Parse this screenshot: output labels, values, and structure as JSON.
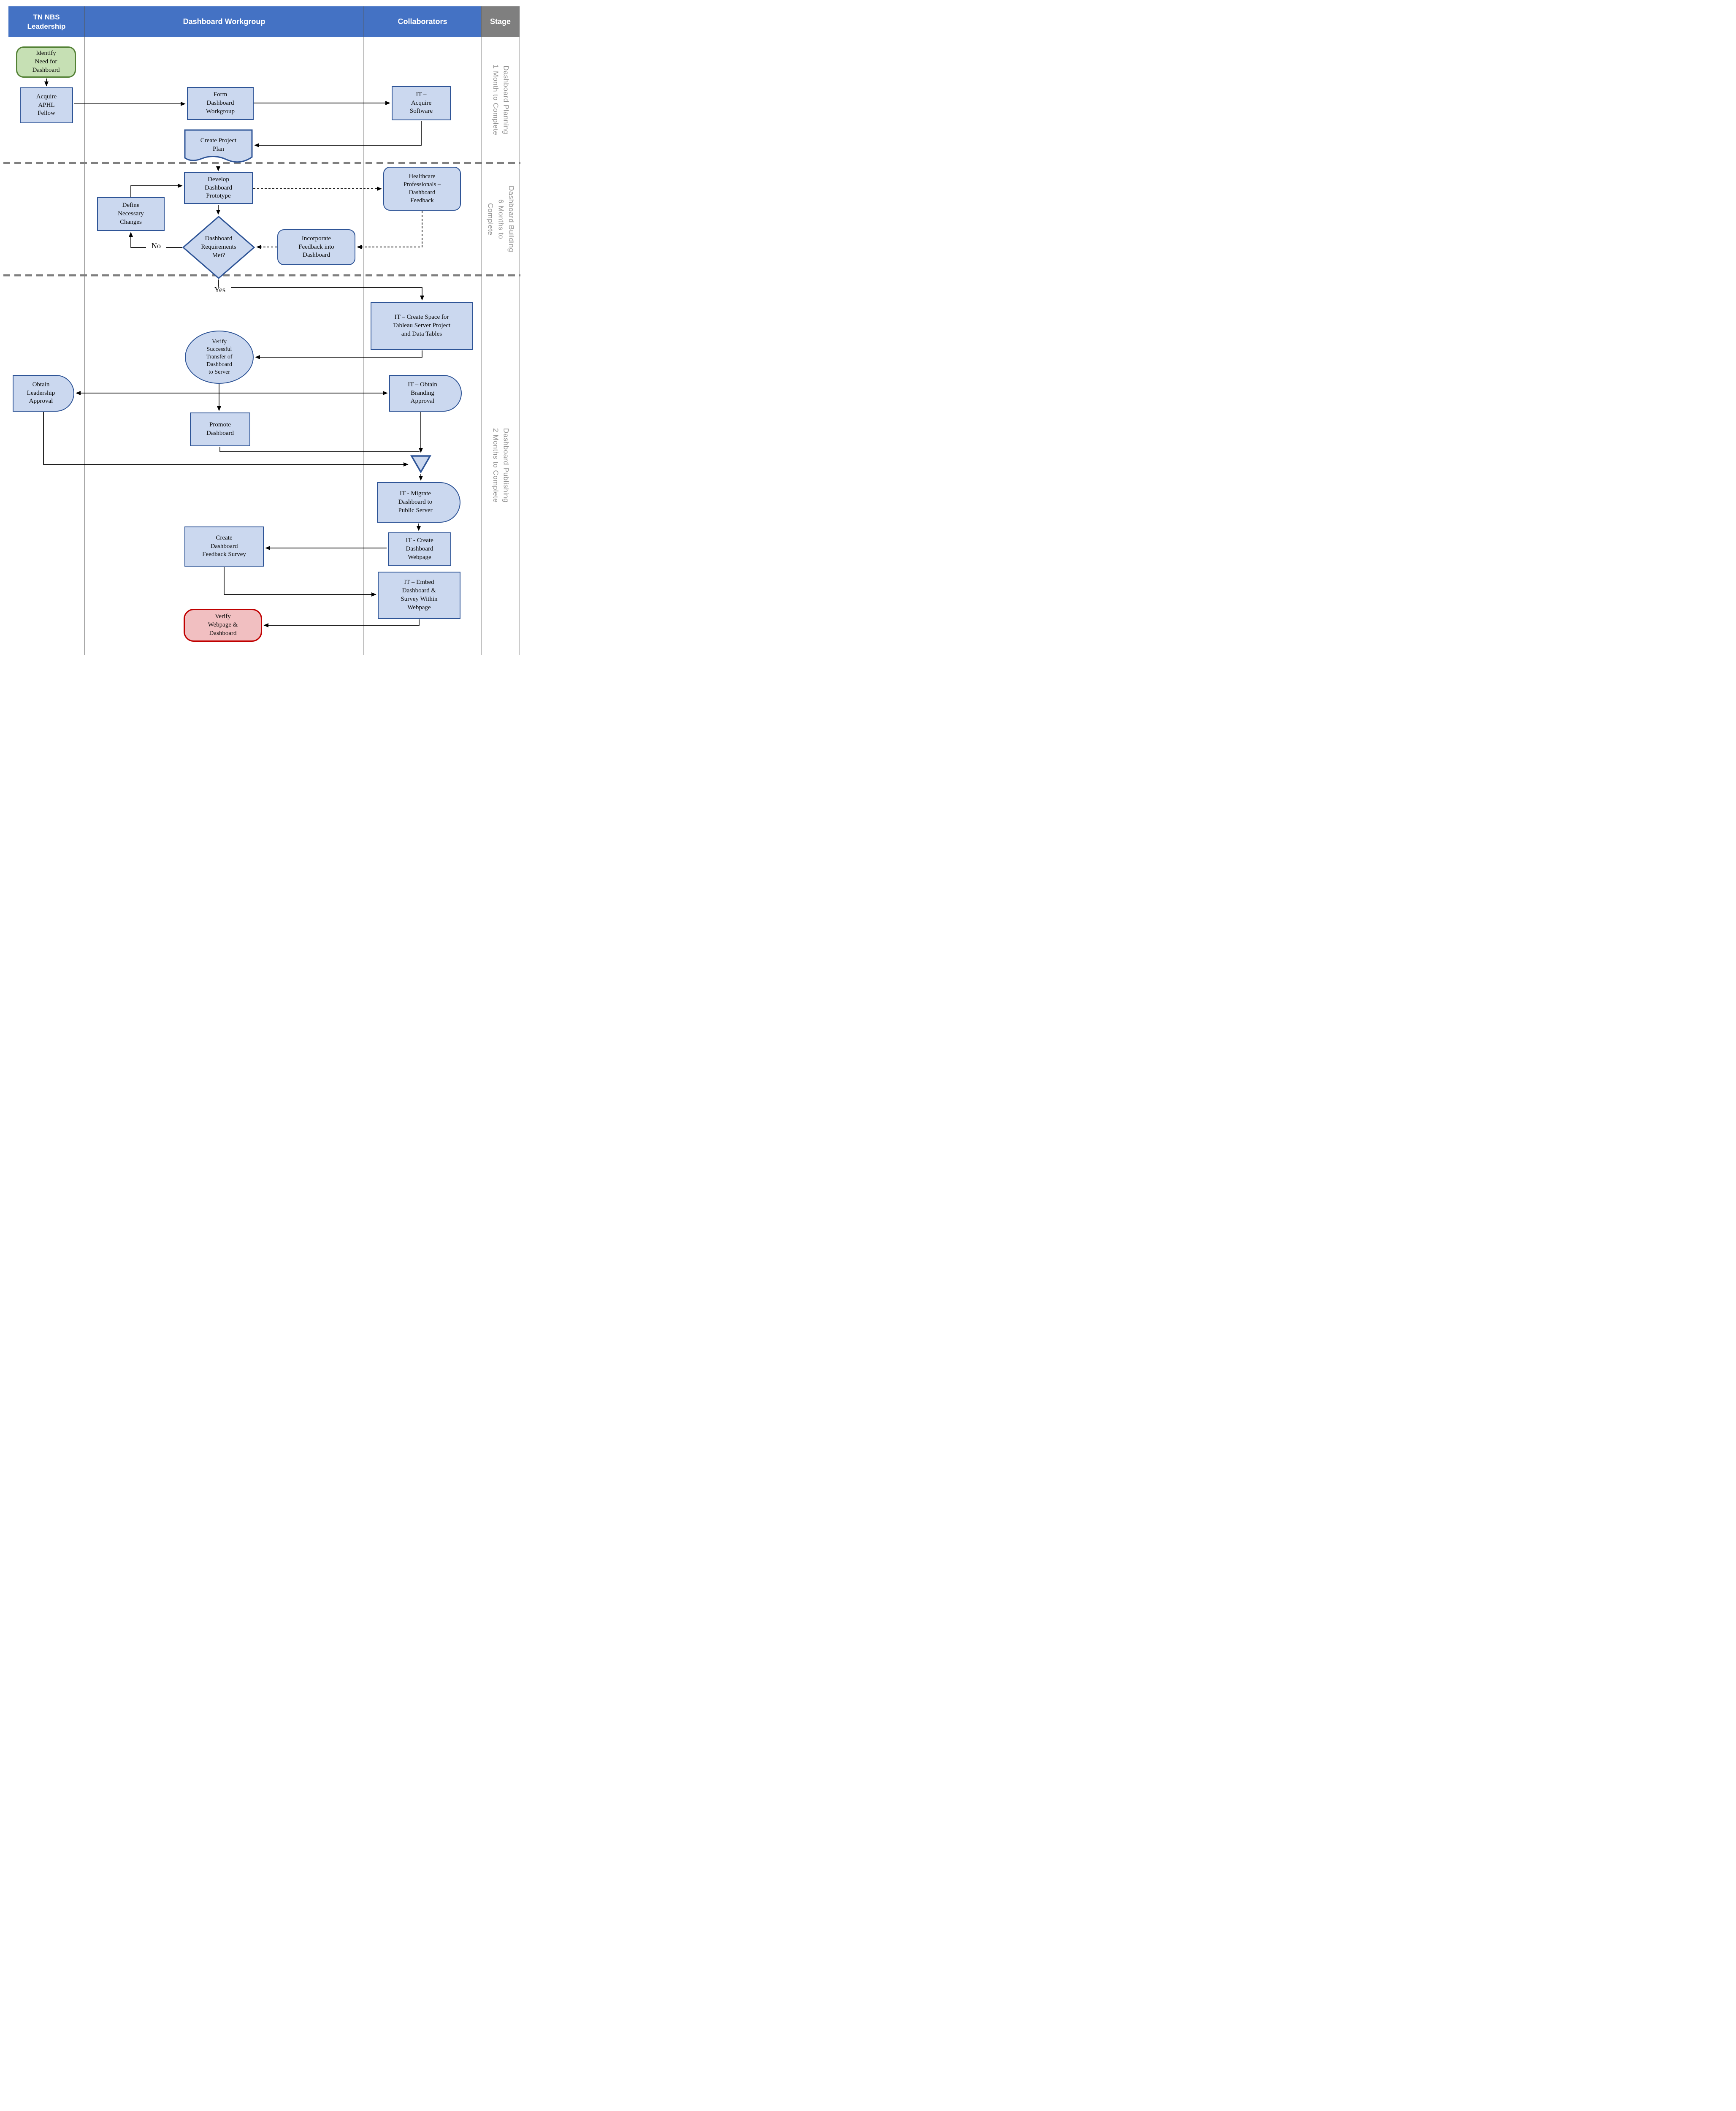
{
  "header": {
    "lanes": [
      {
        "label": "TN NBS\nLeadership"
      },
      {
        "label": "Dashboard Workgroup"
      },
      {
        "label": "Collaborators"
      },
      {
        "label": "Stage"
      }
    ]
  },
  "stages": [
    {
      "lines": [
        "Dashboard Planning",
        "1 Month to Complete"
      ]
    },
    {
      "lines": [
        "Dashboard Building",
        "6 Months to",
        "Complete"
      ]
    },
    {
      "lines": [
        "Dashboard Publishing",
        "2 Months to Complete"
      ]
    }
  ],
  "nodes": {
    "identify": {
      "shape": "terminator",
      "label": "Identify\nNeed for\nDashboard"
    },
    "acquire": {
      "shape": "process",
      "label": "Acquire\nAPHL\nFellow"
    },
    "form": {
      "shape": "process",
      "label": "Form\nDashboard\nWorkgroup"
    },
    "itSoftware": {
      "shape": "process",
      "label": "IT –\nAcquire\nSoftware"
    },
    "projectPlan": {
      "shape": "document",
      "label": "Create Project\nPlan"
    },
    "develop": {
      "shape": "process",
      "label": "Develop\nDashboard\nPrototype"
    },
    "healthcare": {
      "shape": "alternate-process",
      "label": "Healthcare\nProfessionals –\nDashboard\nFeedback"
    },
    "define": {
      "shape": "process",
      "label": "Define\nNecessary\nChanges"
    },
    "decision": {
      "shape": "decision",
      "label": "Dashboard\nRequirements\nMet?"
    },
    "incorporate": {
      "shape": "alternate-process",
      "label": "Incorporate\nFeedback into\nDashboard"
    },
    "createSpace": {
      "shape": "process",
      "label": "IT – Create Space for\nTableau Server Project\nand Data Tables"
    },
    "verifyTransfer": {
      "shape": "connector-circle",
      "label": "Verify\nSuccessful\nTransfer of\nDashboard\nto Server"
    },
    "obtainLeadership": {
      "shape": "delay",
      "label": "Obtain\nLeadership\nApproval"
    },
    "itBranding": {
      "shape": "delay",
      "label": "IT – Obtain\nBranding\nApproval"
    },
    "promote": {
      "shape": "process",
      "label": "Promote\nDashboard"
    },
    "merge": {
      "shape": "merge",
      "label": ""
    },
    "itMigrate": {
      "shape": "delay",
      "label": "IT - Migrate\nDashboard to\nPublic Server"
    },
    "itWebpage": {
      "shape": "process",
      "label": "IT - Create\nDashboard\nWebpage"
    },
    "survey": {
      "shape": "process",
      "label": "Create\nDashboard\nFeedback Survey"
    },
    "itEmbed": {
      "shape": "process",
      "label": "IT – Embed\nDashboard &\nSurvey Within\nWebpage"
    },
    "verifyWebpage": {
      "shape": "terminator",
      "label": "Verify\nWebpage &\nDashboard"
    }
  },
  "edge_labels": {
    "yes": "Yes",
    "no": "No"
  },
  "colors": {
    "header_blue": "#4472C4",
    "stage_header_gray": "#7F7F7F",
    "node_fill": "#CBD8EF",
    "node_border": "#2F5597",
    "start_fill": "#C6E0B4",
    "start_border": "#538135",
    "end_fill": "#F1BFC1",
    "end_border": "#C00000",
    "divider_gray": "#7F7F7F",
    "stage_text_gray": "#8F8F8F"
  }
}
